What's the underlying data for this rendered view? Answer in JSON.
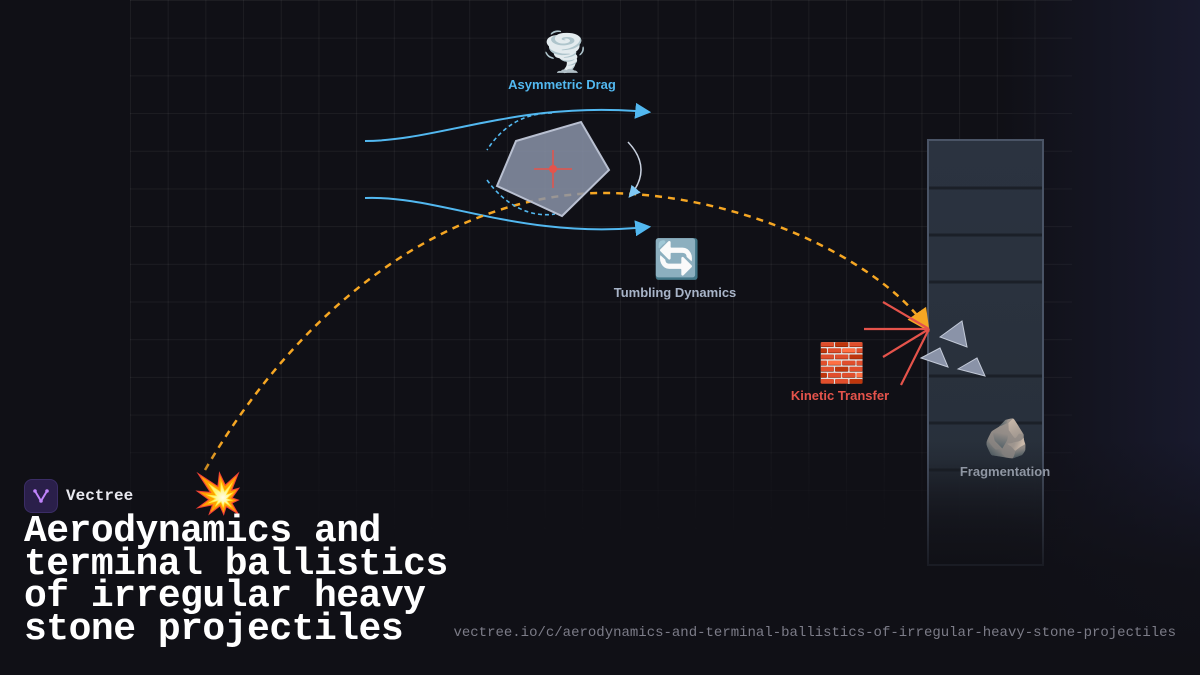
{
  "diagram": {
    "nodes": [
      {
        "id": "drag",
        "icon": "tornado-icon",
        "emoji": "🌪️",
        "label": "Asymmetric Drag",
        "color": "#52b8f0"
      },
      {
        "id": "tumble",
        "icon": "rotate-arrows-icon",
        "emoji": "🔄",
        "label": "Tumbling Dynamics",
        "color": "#a8b4c8"
      },
      {
        "id": "kinetic",
        "icon": "brick-wall-icon",
        "emoji": "🧱",
        "label": "Kinetic Transfer",
        "color": "#e5534b"
      },
      {
        "id": "frag",
        "icon": "rock-icon",
        "emoji": "🪨",
        "label": "Fragmentation",
        "color": "#8f96a3"
      },
      {
        "id": "launch",
        "icon": "explosion-icon",
        "emoji": "💥",
        "label": "",
        "color": "#f5a623"
      }
    ],
    "colors": {
      "trajectory": "#f5a623",
      "airflow": "#52b8f0",
      "impact": "#e5534b",
      "stone": "#8a93a8",
      "wall": "#2b3340"
    }
  },
  "brand": {
    "name": "Vectree",
    "icon": "vectree-logo-icon"
  },
  "title": "Aerodynamics and terminal ballistics of irregular heavy stone projectiles",
  "url": "vectree.io/c/aerodynamics-and-terminal-ballistics-of-irregular-heavy-stone-projectiles"
}
